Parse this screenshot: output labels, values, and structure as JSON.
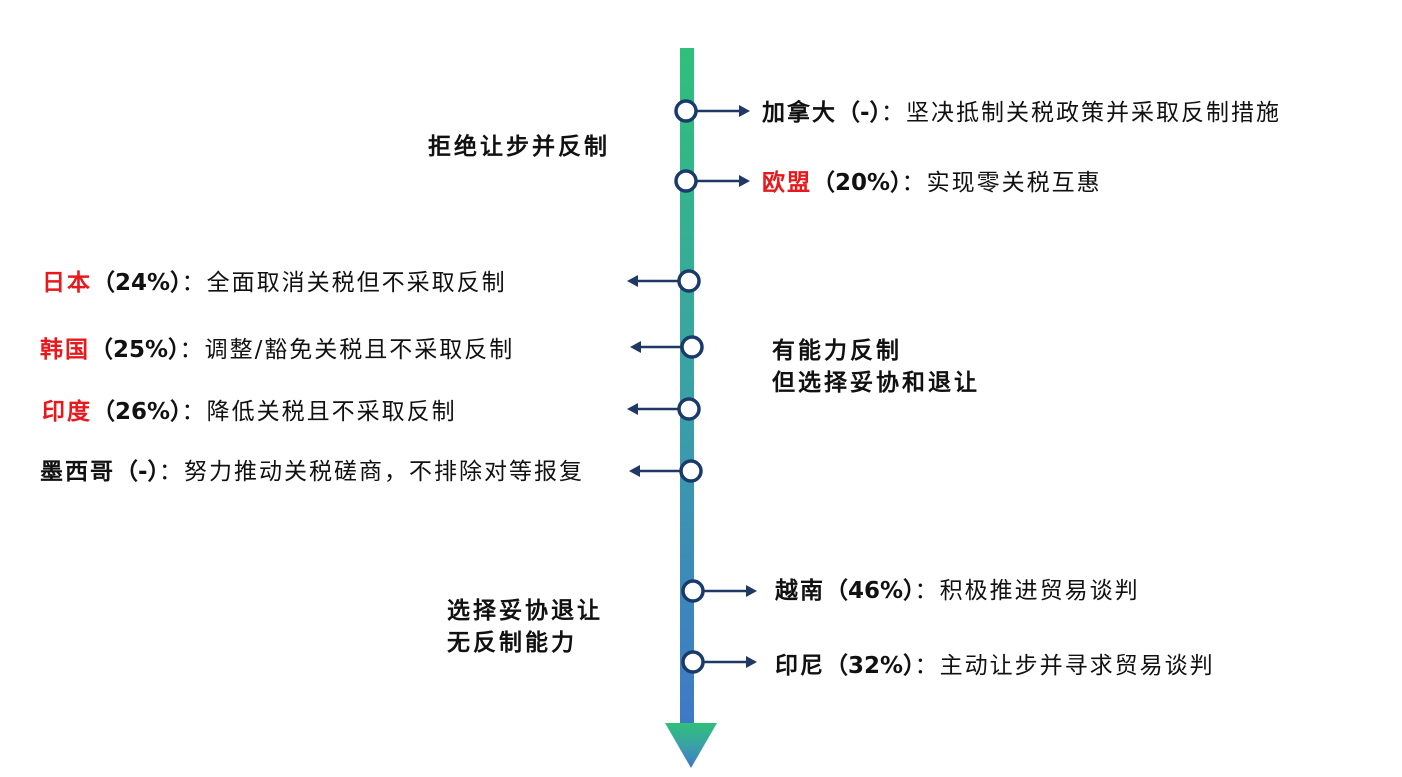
{
  "colors": {
    "axis_top": "#2fc07a",
    "axis_mid": "#3aa2a6",
    "axis_bottom": "#3e78c7",
    "node_stroke": "#1a3a6b",
    "arrow": "#1f3864",
    "highlight": "#e8191c"
  },
  "groups": [
    {
      "label_lines": [
        "拒绝让步并反制"
      ]
    },
    {
      "label_lines": [
        "有能力反制",
        "但选择妥协和退让"
      ]
    },
    {
      "label_lines": [
        "选择妥协退让",
        "无反制能力"
      ]
    }
  ],
  "countries": [
    {
      "name": "加拿大",
      "highlight": false,
      "rate": "（-）",
      "sep": "：",
      "policy": "坚决抵制关税政策并采取反制措施"
    },
    {
      "name": "欧盟",
      "highlight": true,
      "rate": "（20%）",
      "sep": "：",
      "policy": "实现零关税互惠"
    },
    {
      "name": "日本",
      "highlight": true,
      "rate": "（24%）",
      "sep": "：",
      "policy": "全面取消关税但不采取反制"
    },
    {
      "name": "韩国",
      "highlight": true,
      "rate": "（25%）",
      "sep": "：",
      "policy": "调整/豁免关税且不采取反制"
    },
    {
      "name": "印度",
      "highlight": true,
      "rate": "（26%）",
      "sep": "：",
      "policy": "降低关税且不采取反制"
    },
    {
      "name": "墨西哥",
      "highlight": false,
      "rate": "（-）",
      "sep": "：",
      "policy": "努力推动关税磋商，不排除对等报复"
    },
    {
      "name": "越南",
      "highlight": false,
      "rate": "（46%）",
      "sep": "：",
      "policy": "积极推进贸易谈判"
    },
    {
      "name": "印尼",
      "highlight": false,
      "rate": "（32%）",
      "sep": "：",
      "policy": "主动让步并寻求贸易谈判"
    }
  ]
}
